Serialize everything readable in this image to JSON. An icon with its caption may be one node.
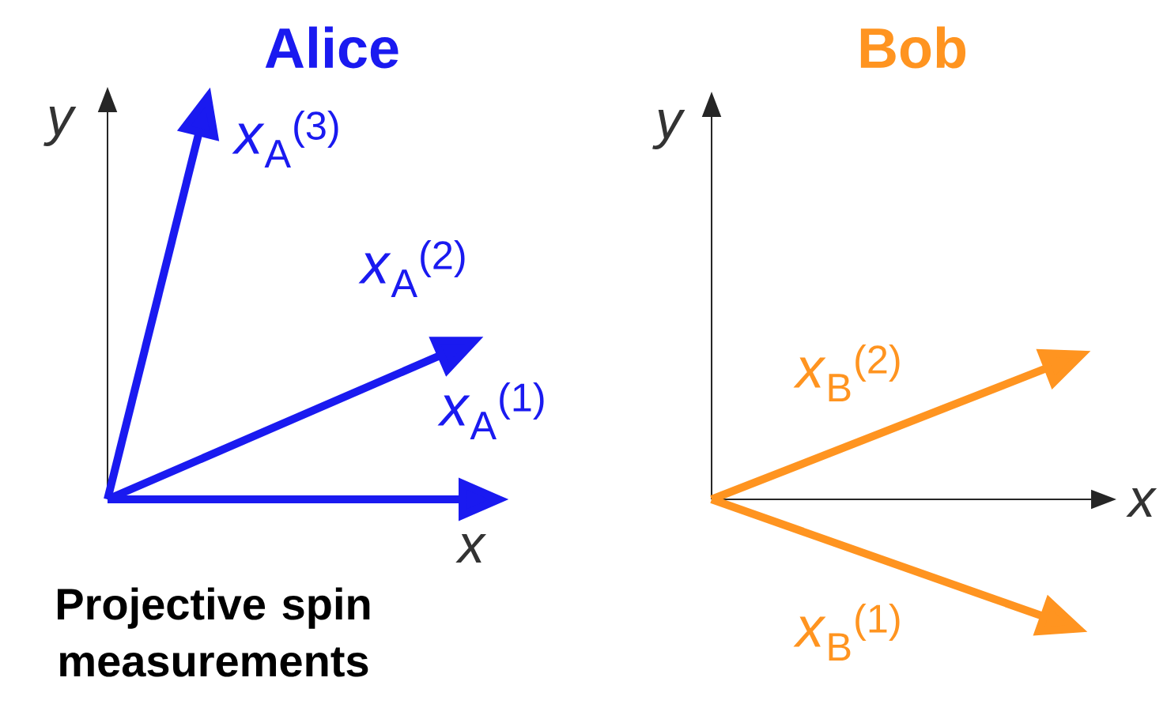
{
  "diagram": {
    "labels": [
      "Alice",
      "Bob",
      "y",
      "*x*$_{A}$$^{(3)}$",
      "y",
      "*x*$_{A}$$^{(2)}$",
      "*x*$_{B}$$^{(2)}$",
      "*x*$_{A}$$^{(1)}$",
      "x",
      "x",
      "*x*$_{B}$$^{(1)}$",
      "Projective spin measurements"
    ]
  }
}
